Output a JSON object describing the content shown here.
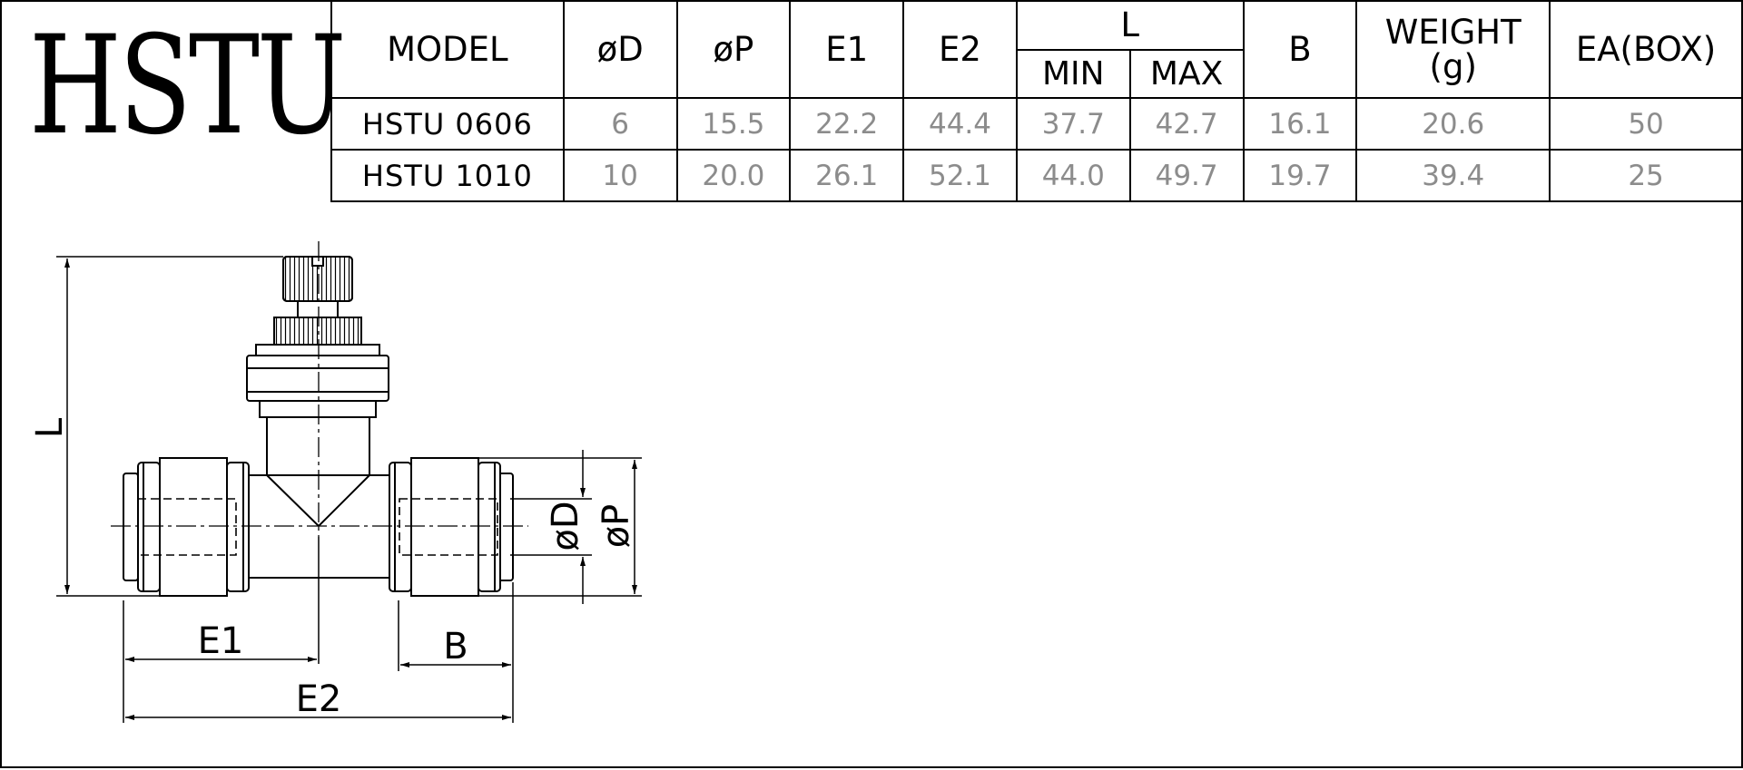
{
  "title": "HSTU",
  "table": {
    "headers": {
      "model": "MODEL",
      "d": "øD",
      "p": "øP",
      "e1": "E1",
      "e2": "E2",
      "l": "L",
      "l_min": "MIN",
      "l_max": "MAX",
      "b": "B",
      "weight_line1": "WEIGHT",
      "weight_line2": "(g)",
      "ea": "EA(BOX)"
    },
    "rows": [
      {
        "model": "HSTU  0606",
        "d": "6",
        "p": "15.5",
        "e1": "22.2",
        "e2": "44.4",
        "l_min": "37.7",
        "l_max": "42.7",
        "b": "16.1",
        "weight": "20.6",
        "ea": "50"
      },
      {
        "model": "HSTU  1010",
        "d": "10",
        "p": "20.0",
        "e1": "26.1",
        "e2": "52.1",
        "l_min": "44.0",
        "l_max": "49.7",
        "b": "19.7",
        "weight": "39.4",
        "ea": "25"
      }
    ]
  },
  "drawing": {
    "labels": {
      "l": "L",
      "e1": "E1",
      "e2": "E2",
      "b": "B",
      "d": "øD",
      "p": "øP"
    }
  }
}
